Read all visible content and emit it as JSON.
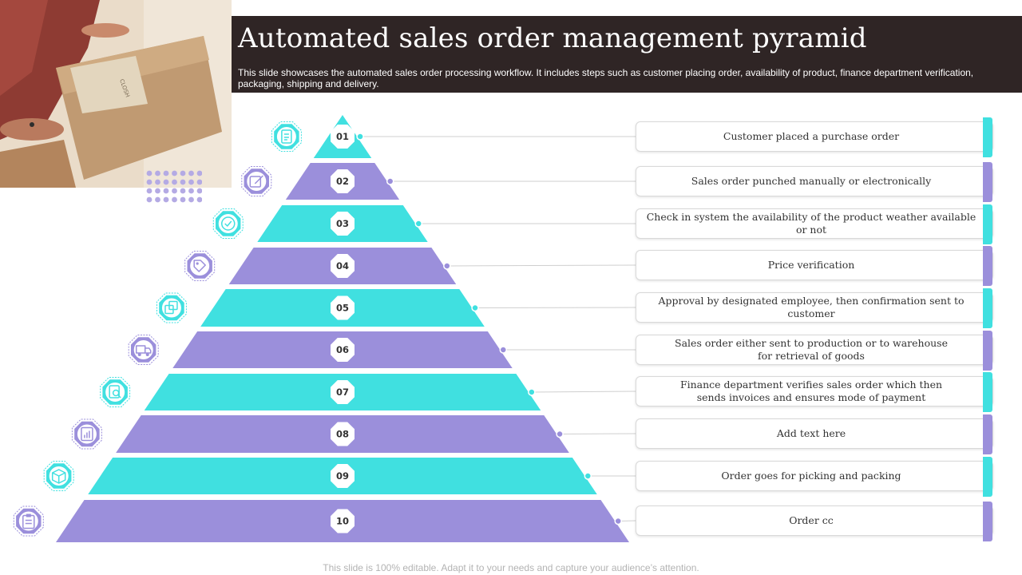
{
  "slide": {
    "title": "Automated sales order management pyramid",
    "subtitle": "This slide showcases the automated sales order processing workflow. It includes steps such as customer placing order, availability of product, finance department verification, packaging, shipping and delivery.",
    "footer": "This slide is 100% editable. Adapt it to your needs and capture your audience’s attention."
  },
  "colors": {
    "teal": "#40e0e0",
    "purple": "#9b8fdb",
    "title_bar": "#2f2525"
  },
  "photo": {
    "box_label": "CLOSH"
  },
  "levels": [
    {
      "num": "01",
      "text": "Customer placed a purchase order",
      "color": "teal",
      "icon": "document-icon"
    },
    {
      "num": "02",
      "text": "Sales order punched manually or electronically",
      "color": "purple",
      "icon": "edit-pen-icon"
    },
    {
      "num": "03",
      "text": "Check in system the availability of the product weather available or not",
      "color": "teal",
      "icon": "check-circle-icon"
    },
    {
      "num": "04",
      "text": "Price verification",
      "color": "purple",
      "icon": "price-tag-icon"
    },
    {
      "num": "05",
      "text": "Approval by designated employee, then confirmation sent to customer",
      "color": "teal",
      "icon": "approval-stack-icon"
    },
    {
      "num": "06",
      "text": "Sales order either sent to production or to warehouse for retrieval of goods",
      "color": "purple",
      "icon": "delivery-truck-icon"
    },
    {
      "num": "07",
      "text": "Finance department verifies sales order which then sends invoices and ensures mode of payment",
      "color": "teal",
      "icon": "invoice-search-icon"
    },
    {
      "num": "08",
      "text": "Add text here",
      "color": "purple",
      "icon": "chart-report-icon"
    },
    {
      "num": "09",
      "text": "Order goes for picking and packing",
      "color": "teal",
      "icon": "package-box-icon"
    },
    {
      "num": "10",
      "text": "Order cc",
      "color": "purple",
      "icon": "clipboard-list-icon"
    }
  ]
}
